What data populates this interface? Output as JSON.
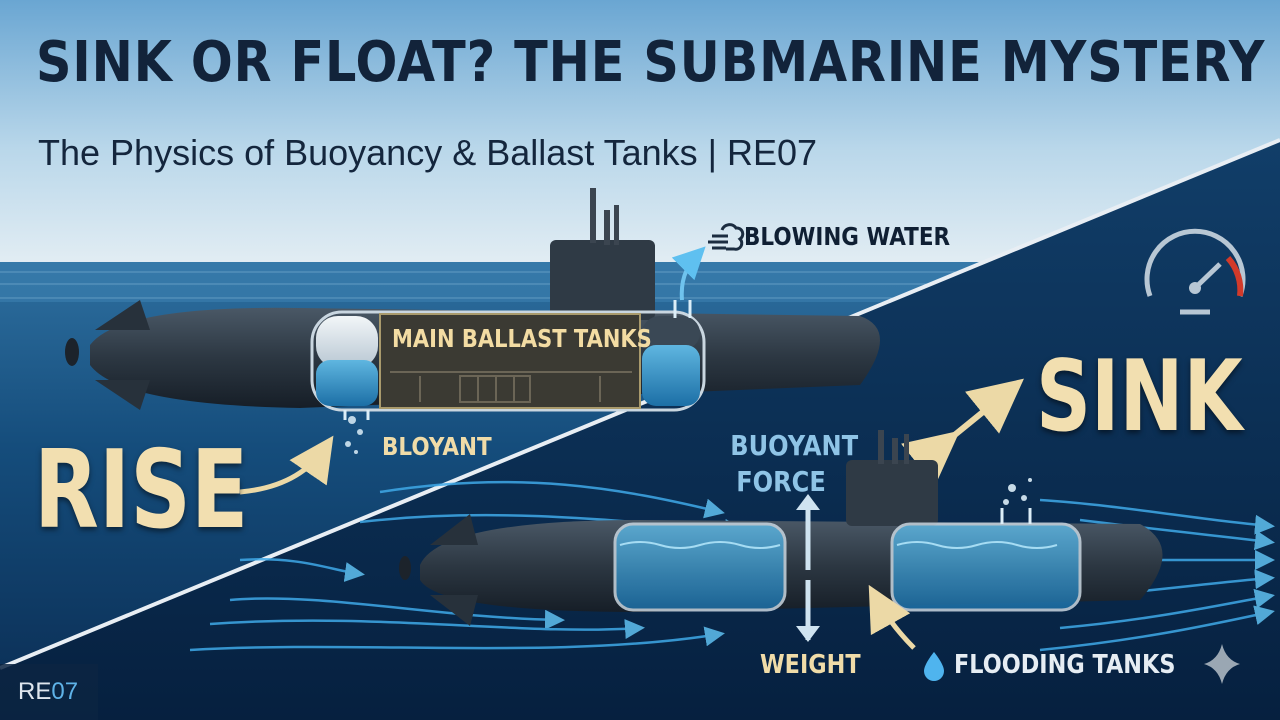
{
  "title": "SINK OR FLOAT? THE SUBMARINE MYSTERY",
  "subtitle": "The Physics of Buoyancy & Ballast Tanks | RE07",
  "labels": {
    "blowing_water": "BLOWING WATER",
    "main_ballast_tanks": "MAIN BALLAST TANKS",
    "rise": "RISE",
    "bloyant": "BLOYANT",
    "sink": "SINK",
    "buoyant_force_line1": "BUOYANT",
    "buoyant_force_line2": "FORCE",
    "weight": "WEIGHT",
    "flooding_tanks": "FLOODING TANKS"
  },
  "episode_badge": {
    "prefix": "RE",
    "number": "07"
  },
  "icons": [
    "air-puff-icon",
    "speedometer-icon",
    "water-drop-icon",
    "sparkle-icon"
  ],
  "colors": {
    "sky_top": "#7db5dc",
    "ocean_deep": "#0b2a4c",
    "label_cream": "#f2dfb0",
    "label_blue": "#8fc4e6",
    "flow_lines": "#3fa9e8",
    "gauge_red": "#d23a2a"
  }
}
